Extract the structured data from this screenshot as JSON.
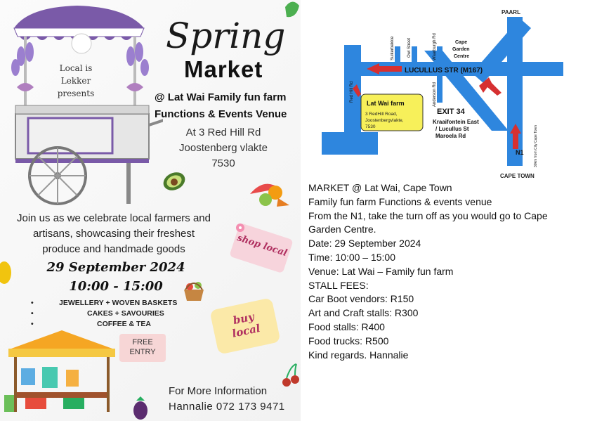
{
  "flyer": {
    "title_script": "Spring",
    "title_bold": "Market",
    "presents_line1": "Local is Lekker",
    "presents_line2": "presents",
    "venue_line1": "@ Lat Wai Family fun farm",
    "venue_line2": "Functions & Events Venue",
    "address": [
      "At 3 Red Hill Rd",
      "Joostenberg vlakte",
      "7530"
    ],
    "join_text": [
      "Join us as we celebrate local farmers and",
      "artisans, showcasing their freshest",
      "produce and handmade goods"
    ],
    "date": "29 September 2024",
    "time": "10:00 - 15:00",
    "items": [
      "JEWELLERY + WOVEN BASKETS",
      "CAKES + SAVOURIES",
      "COFFEE & TEA"
    ],
    "free_entry_line1": "FREE",
    "free_entry_line2": "ENTRY",
    "shop_local": "shop local",
    "buy_local_line1": "buy",
    "buy_local_line2": "local",
    "more_info": "For More Information",
    "contact": "Hannalie 072 173 9471"
  },
  "map": {
    "paarl": "PAARL",
    "cape_town": "CAPE TOWN",
    "lucullus": "LUCULLUS STR (M167)",
    "red_hill_rd": "Red Hill Rd",
    "suikerbekkie": "Suikerbekkie",
    "owl_street": "Owl Street",
    "waarburgh_rd": "Waarburgh Rd",
    "anderson_rd": "Anderson Rd",
    "cape_garden_centre": [
      "Cape",
      "Garden",
      "Centre"
    ],
    "lat_wai_farm": "Lat Wai farm",
    "farm_address": [
      "3 RedHill Road,",
      "Joostenbergvlakte,",
      "7530"
    ],
    "exit": "EXIT 34",
    "exit_detail": [
      "Kraaifontein East",
      "/ Lucullus St",
      "Maroela Rd"
    ],
    "n1": "N1",
    "distance_note": "30km from City Cape Town",
    "colors": {
      "road": "#2e86de",
      "arrow": "#d63031",
      "farm_box": "#f7f05a"
    }
  },
  "info": {
    "lines": [
      "MARKET @ Lat Wai, Cape Town",
      "Family fun farm Functions & events venue",
      "From the N1, take the turn off as you would go to Cape",
      "Garden Centre.",
      "Date: 29 September 2024",
      "Time:  10:00 – 15:00",
      "Venue:  Lat Wai – Family fun farm",
      "STALL FEES:",
      "Car Boot vendors:  R150",
      "Art and Craft stalls:  R300",
      "Food stalls:  R400",
      "Food trucks:  R500",
      "Kind regards. Hannalie"
    ]
  }
}
